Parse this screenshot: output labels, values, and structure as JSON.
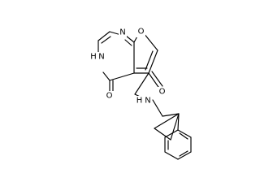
{
  "atoms": {
    "n_top": "N",
    "o_furan": "O",
    "nh_ring": "H",
    "n_ring": "N",
    "o_keto": "O",
    "o_amide": "O",
    "n_amide": "N",
    "h_amide": "H"
  }
}
